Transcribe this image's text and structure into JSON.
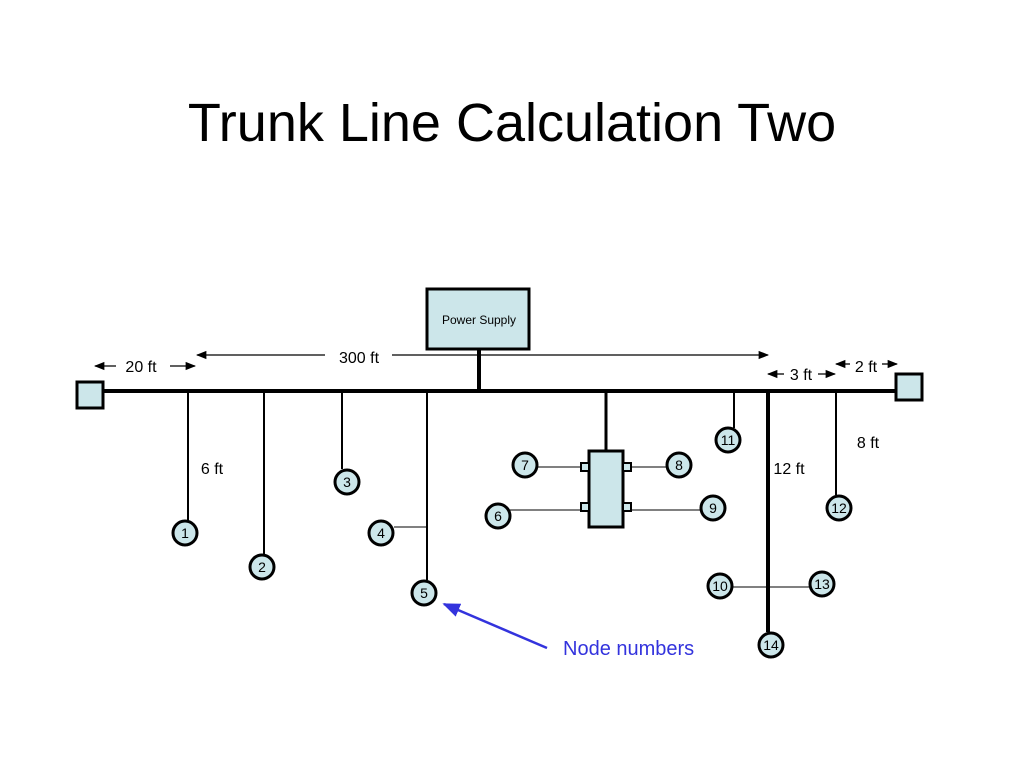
{
  "title": "Trunk Line Calculation Two",
  "power_supply_label": "Power Supply",
  "dimensions": {
    "d20": "20 ft",
    "d300": "300 ft",
    "d3": "3 ft",
    "d2": "2 ft",
    "d6": "6 ft",
    "d12": "12 ft",
    "d8": "8 ft"
  },
  "nodes": [
    "1",
    "2",
    "3",
    "4",
    "5",
    "6",
    "7",
    "8",
    "9",
    "10",
    "11",
    "12",
    "13",
    "14"
  ],
  "callout": "Node numbers",
  "colors": {
    "fill": "#cce6ea",
    "line": "#000000",
    "callout": "#3333dd"
  }
}
